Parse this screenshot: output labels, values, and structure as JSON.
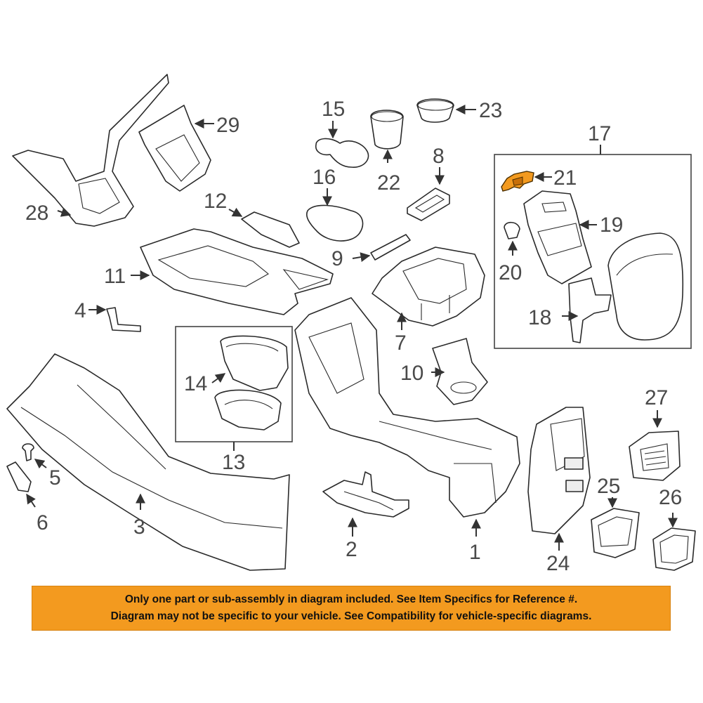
{
  "highlight_color": "#f39a1f",
  "callouts": [
    "1",
    "2",
    "3",
    "4",
    "5",
    "6",
    "7",
    "8",
    "9",
    "10",
    "11",
    "12",
    "13",
    "14",
    "15",
    "16",
    "17",
    "18",
    "19",
    "20",
    "21",
    "22",
    "23",
    "24",
    "25",
    "26",
    "27",
    "28",
    "29"
  ],
  "highlighted_part": "21",
  "disclaimer": {
    "line1": "Only one part or sub-assembly in diagram included. See Item Specifics for Reference #.",
    "line2": "Diagram may not be specific to your vehicle. See Compatibility for vehicle-specific diagrams."
  }
}
